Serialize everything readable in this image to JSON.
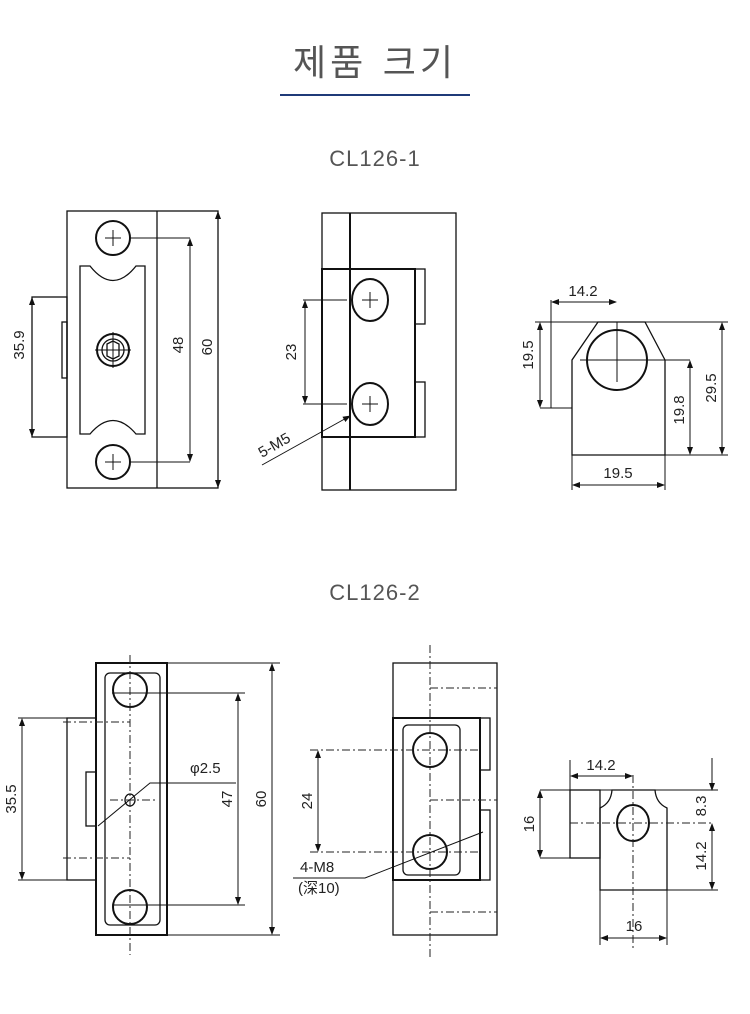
{
  "header": {
    "title": "제품 크기",
    "accent_color": "#1f3a78"
  },
  "sections": [
    {
      "model": "CL126-1",
      "dims": {
        "front_height_block": "35.9",
        "hole_pitch": "48",
        "overall_height": "60",
        "side_hole_pitch": "23",
        "thread_note": "5-M5",
        "top_offset": "14.2",
        "left_height": "19.5",
        "center_height": "19.8",
        "total_height": "29.5",
        "bottom_width": "19.5"
      }
    },
    {
      "model": "CL126-2",
      "dims": {
        "front_height_block": "35.5",
        "pin_diameter": "φ2.5",
        "hole_pitch": "47",
        "overall_height": "60",
        "side_hole_pitch": "24",
        "thread_note": "4-M8",
        "thread_depth": "(深10)",
        "top_offset": "14.2",
        "left_height": "16",
        "upper_height": "8.3",
        "lower_height": "14.2",
        "bottom_width": "16"
      }
    }
  ]
}
